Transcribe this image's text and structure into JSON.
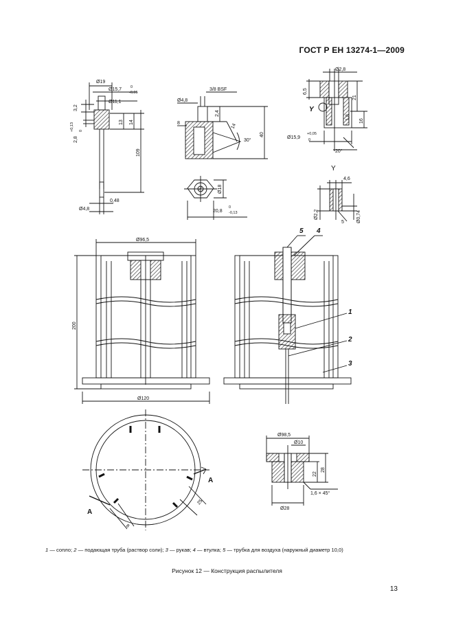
{
  "header": {
    "standard": "ГОСТ Р ЕН 13274-1—2009"
  },
  "dimensions": {
    "nozzle": {
      "d19": "Ø19",
      "d15": "Ø15,7",
      "d15_tol_up": "0",
      "d15_tol_lo": "-0,05",
      "d11": "Ø11,1",
      "h32": "3,2",
      "h28": "2,8",
      "h28_tol_up": "+0,13",
      "h28_tol_lo": "0",
      "h13": "13",
      "h14": "14",
      "h109": "109",
      "d048": "0,48",
      "d48": "Ø4,8"
    },
    "fitting": {
      "thread": "3/8 BSF",
      "d48": "Ø4,8",
      "h24": "2,4",
      "h8": "8",
      "h14": "14",
      "h40": "40",
      "angle": "30°"
    },
    "hex": {
      "d18": "Ø18",
      "w208": "20,8",
      "w208_tol_up": "0",
      "w208_tol_lo": "-0,13"
    },
    "air_tip": {
      "d28": "Ø2,8",
      "h65": "6,5",
      "h21": "21",
      "h18": "1,8",
      "h16": "16",
      "view_y": "Y",
      "d159": "Ø15,9",
      "d159_tol_up": "+0,05",
      "d159_tol_lo": "0",
      "angle": "20°"
    },
    "detail_y": {
      "title": "Y",
      "w46": "4,6",
      "d22": "Ø2,2",
      "d074": "Ø0,74",
      "h5": "5"
    },
    "assembly": {
      "d965": "Ø96,5",
      "h200": "200",
      "d120": "Ø120"
    },
    "section_labels": {
      "a1": "A",
      "a2": "A",
      "w25": "25",
      "w8": "8"
    },
    "bush": {
      "d985": "Ø98,5",
      "d10": "Ø10",
      "h22": "22",
      "h28": "28",
      "chamfer": "1,6 × 45°",
      "d28": "Ø28"
    },
    "callouts": [
      "1",
      "2",
      "3",
      "4",
      "5"
    ]
  },
  "legend": [
    {
      "num": "1",
      "text": " — сопло; "
    },
    {
      "num": "2",
      "text": " — подающая труба (раствор соли); "
    },
    {
      "num": "3",
      "text": " — рукав; "
    },
    {
      "num": "4",
      "text": " — втулка; "
    },
    {
      "num": "5",
      "text": " — трубка для воздуха (наружный диаметр 10,0)"
    }
  ],
  "caption": "Рисунок 12 — Конструкция распылителя",
  "page_number": "13"
}
